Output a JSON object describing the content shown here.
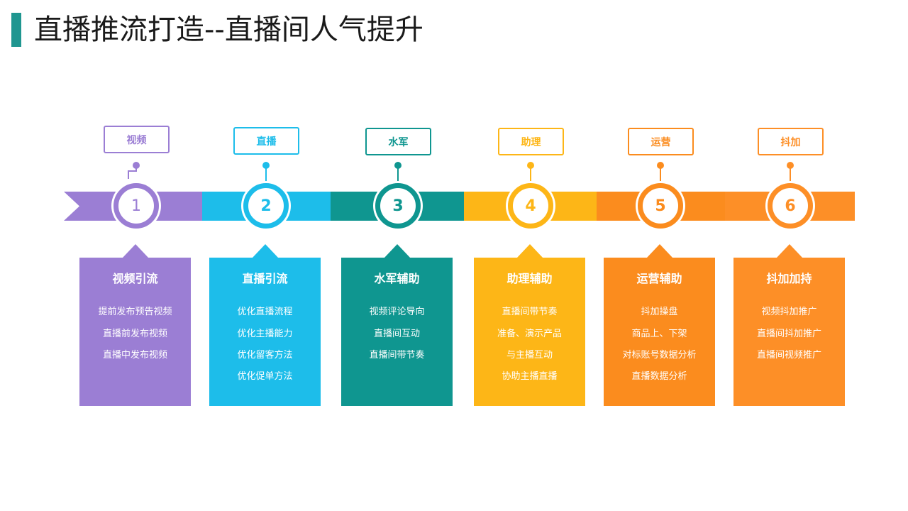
{
  "page": {
    "title": "直播推流打造--直播间人气提升"
  },
  "steps": [
    {
      "number": "1",
      "tag": "视频",
      "title": "视频引流",
      "color": "#9b7ed4",
      "items": [
        "提前发布预告视频",
        "直播前发布视频",
        "直播中发布视频"
      ]
    },
    {
      "number": "2",
      "tag": "直播",
      "title": "直播引流",
      "color": "#1dbdea",
      "items": [
        "优化直播流程",
        "优化主播能力",
        "优化留客方法",
        "优化促单方法"
      ]
    },
    {
      "number": "3",
      "tag": "水军",
      "title": "水军辅助",
      "color": "#0f9690",
      "items": [
        "视频评论导向",
        "直播间互动",
        "直播间带节奏"
      ]
    },
    {
      "number": "4",
      "tag": "助理",
      "title": "助理辅助",
      "color": "#fdb617",
      "items": [
        "直播间带节奏",
        "准备、演示产品",
        "与主播互动",
        "协助主播直播"
      ]
    },
    {
      "number": "5",
      "tag": "运营",
      "title": "运营辅助",
      "color": "#fb8c1e",
      "items": [
        "抖加操盘",
        "商品上、下架",
        "对标账号数据分析",
        "直播数据分析"
      ]
    },
    {
      "number": "6",
      "tag": "抖加",
      "title": "抖加加持",
      "color": "#fd8f27",
      "items": [
        "视频抖加推广",
        "直播间抖加推广",
        "直播间视频推广"
      ]
    }
  ]
}
